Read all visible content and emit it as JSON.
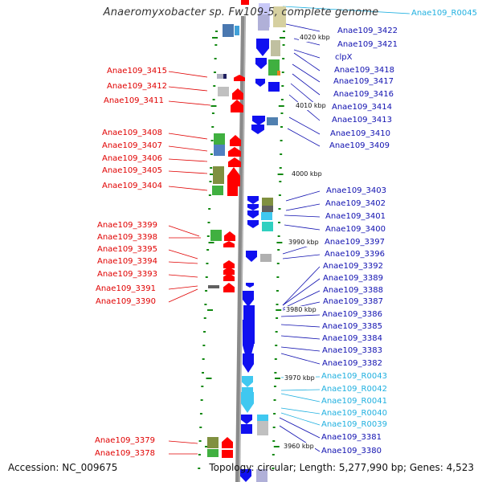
{
  "title": "Anaeromyxobacter sp. Fw109-5, complete genome",
  "footer": {
    "accession": "Accession: NC_009675",
    "summary": "Topology: circular; Length: 5,277,990 bp; Genes: 4,523"
  },
  "colors": {
    "strand_red": "#ff0000",
    "strand_blue": "#1010f0",
    "rna_cyan": "#40c8f0",
    "axis_grey": "#888888",
    "tick_green": "#118811"
  },
  "ticks": {
    "t4020": "4020 kbp",
    "t4010": "4010 kbp",
    "t4000": "4000 kbp",
    "t3990": "3990 kbp",
    "t3980": "3980 kbp",
    "t3970": "3970 kbp",
    "t3960": "3960 kbp"
  },
  "genes_left": [
    "Anae109_3415",
    "Anae109_3412",
    "Anae109_3411",
    "Anae109_3408",
    "Anae109_3407",
    "Anae109_3406",
    "Anae109_3405",
    "Anae109_3404",
    "Anae109_3399",
    "Anae109_3398",
    "Anae109_3395",
    "Anae109_3394",
    "Anae109_3393",
    "Anae109_3391",
    "Anae109_3390",
    "Anae109_3379",
    "Anae109_3378"
  ],
  "genes_right": [
    "Anae109_R0045",
    "Anae109_3422",
    "Anae109_3421",
    "clpX",
    "Anae109_3418",
    "Anae109_3417",
    "Anae109_3416",
    "Anae109_3414",
    "Anae109_3413",
    "Anae109_3410",
    "Anae109_3409",
    "Anae109_3403",
    "Anae109_3402",
    "Anae109_3401",
    "Anae109_3400",
    "Anae109_3397",
    "Anae109_3396",
    "Anae109_3392",
    "Anae109_3389",
    "Anae109_3388",
    "Anae109_3387",
    "Anae109_3386",
    "Anae109_3385",
    "Anae109_3384",
    "Anae109_3383",
    "Anae109_3382",
    "Anae109_R0043",
    "Anae109_R0042",
    "Anae109_R0041",
    "Anae109_R0040",
    "Anae109_R0039",
    "Anae109_3381",
    "Anae109_3380"
  ]
}
